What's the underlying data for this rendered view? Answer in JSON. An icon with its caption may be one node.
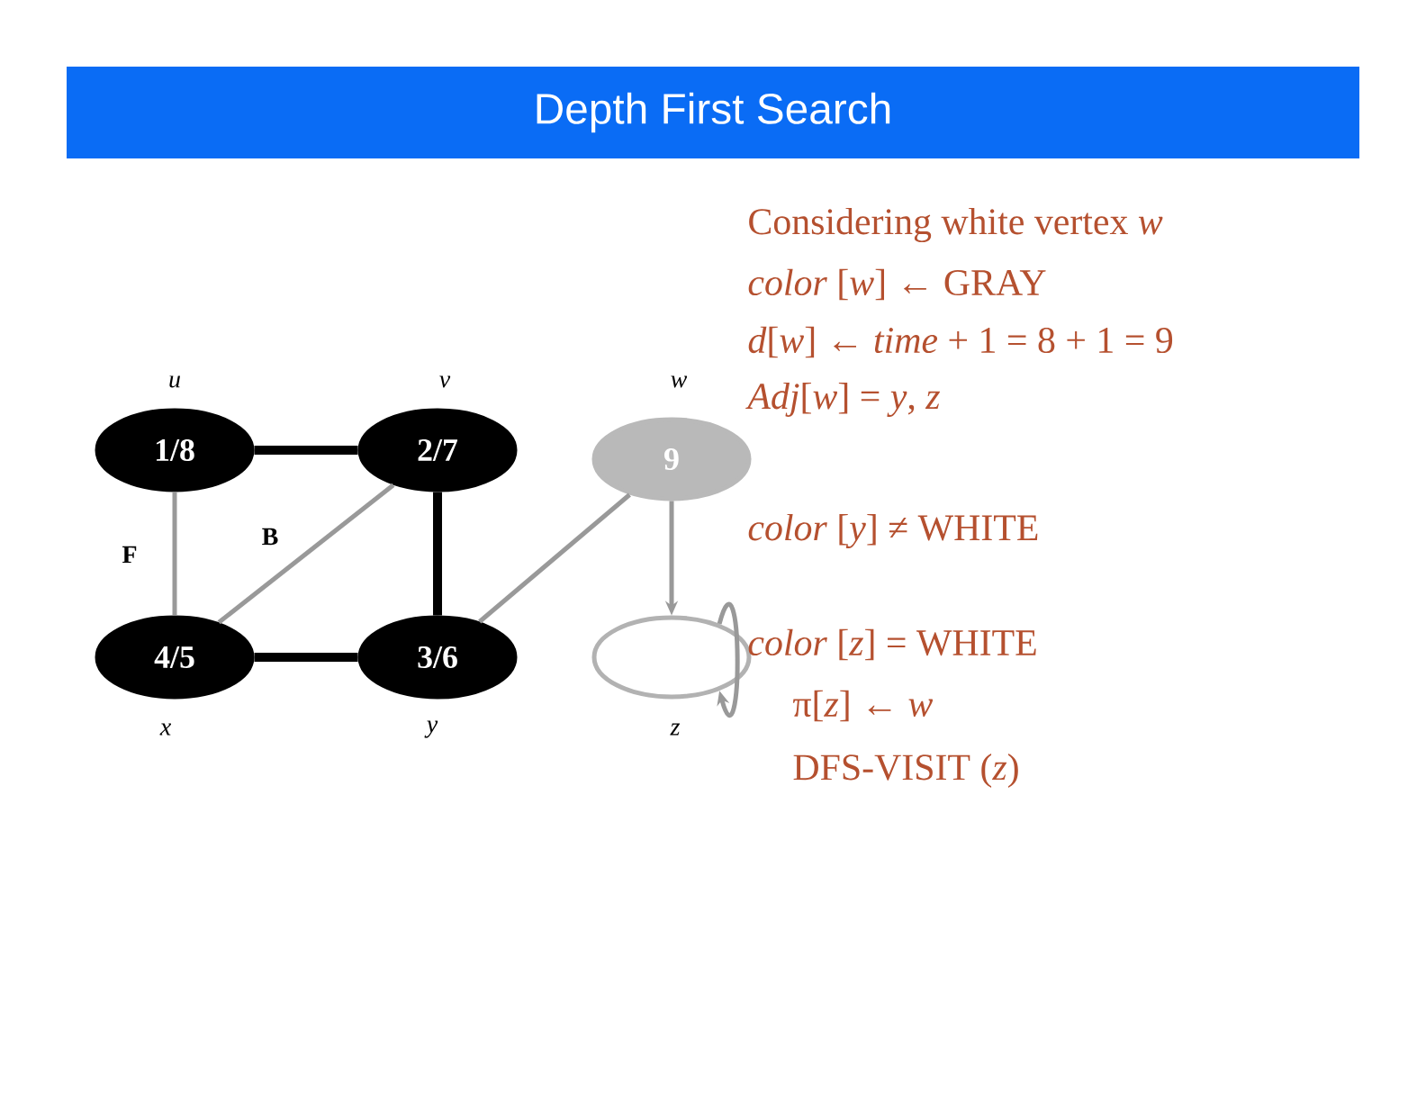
{
  "diagram": {
    "title": "Depth First Search",
    "nodes": [
      {
        "text": [
          "1/8"
        ],
        "beside": [
          "u"
        ]
      },
      {
        "text": [
          "2/7"
        ],
        "beside": [
          "v"
        ]
      },
      {
        "text": [
          "9"
        ],
        "beside": [
          "w"
        ]
      },
      {
        "text": [
          "4/5"
        ],
        "beside": [
          "x"
        ]
      },
      {
        "text": [
          "3/6"
        ],
        "beside": [
          "y"
        ]
      },
      {
        "text": [],
        "shape": "ellipse",
        "beside": [
          "z"
        ]
      }
    ],
    "edges": [
      {
        "from": 0,
        "to": 1,
        "arrow": "none",
        "style": "thick",
        "color": "#000000"
      },
      {
        "from": 0,
        "to": 3,
        "arrow": "none",
        "label": "F"
      },
      {
        "from": 3,
        "to": 1,
        "arrow": "none",
        "label": "B"
      },
      {
        "from": 1,
        "to": 4,
        "arrow": "none",
        "style": "thick",
        "color": "#000000"
      },
      {
        "from": 3,
        "to": 4,
        "arrow": "none",
        "style": "thick",
        "color": "#000000"
      },
      {
        "from": 4,
        "to": 2,
        "arrow": "none"
      },
      {
        "from": 2,
        "to": 5,
        "arrow": "to"
      },
      {
        "from": 5,
        "to": 5,
        "arrow": "to"
      }
    ],
    "labels": [
      "Considering white vertex *w*",
      "*color* [*w*] ← GRAY",
      "*d*[*w*] ← *time* + 1 = 8 + 1 = 9",
      "*Adj*[*w*] = *y*, *z*",
      "*color* [*y*] ≠ WHITE",
      "*color* [*z*] = WHITE",
      "π[*z*] ← *w*",
      "DFS-VISIT (*z*)"
    ]
  }
}
